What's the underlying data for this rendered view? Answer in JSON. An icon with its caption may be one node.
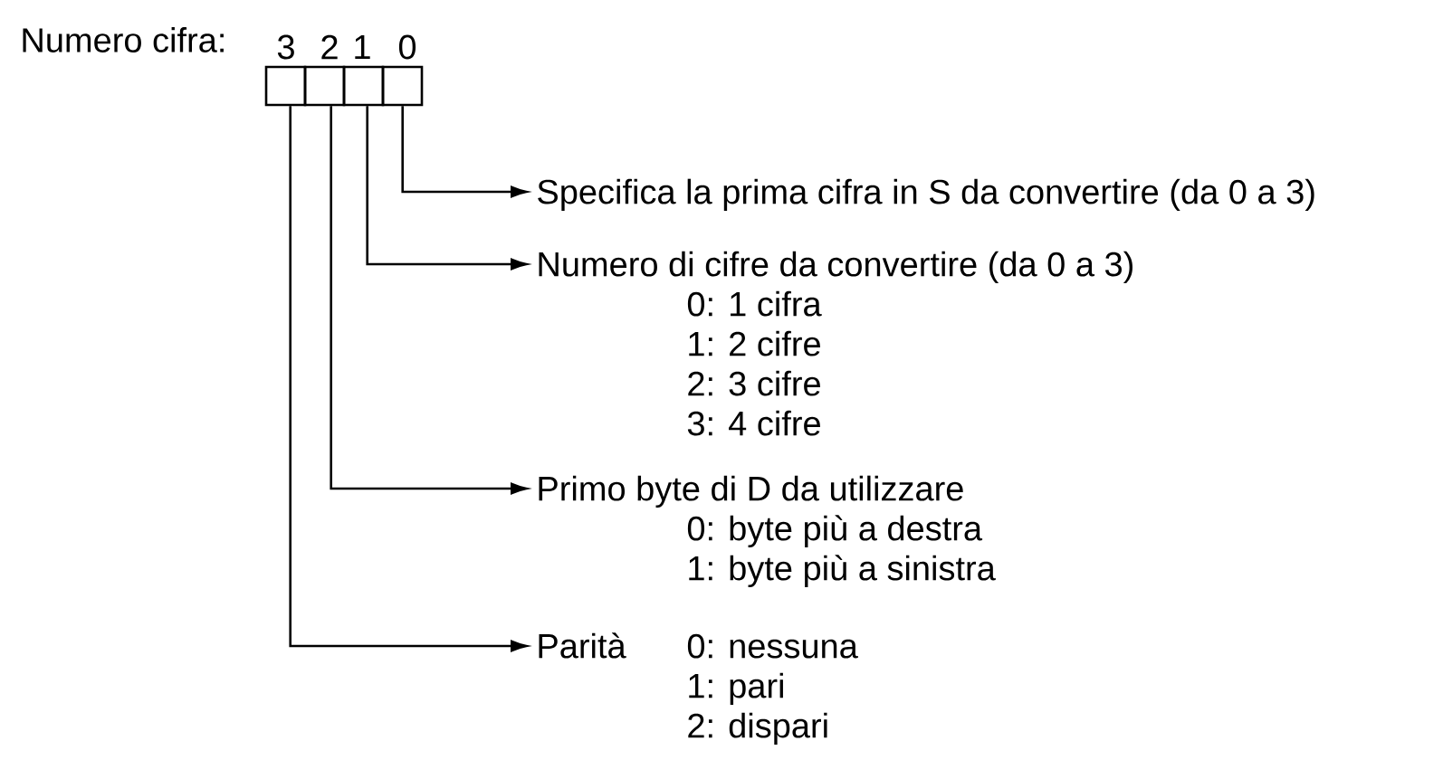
{
  "diagram": {
    "nodes": [
      {
        "text": [],
        "shape": "box"
      },
      {
        "text": [],
        "shape": "box"
      },
      {
        "text": [],
        "shape": "box"
      },
      {
        "text": [],
        "shape": "box"
      },
      {
        "text": [
          "Specifica la prima cifra in S da convertire (da 0 a 3)"
        ]
      },
      {
        "text": [
          "Numero di cifre da convertire (da 0 a 3)",
          "0: 1 cifra",
          "1: 2 cifre",
          "2: 3 cifre",
          "3: 4 cifre"
        ]
      },
      {
        "text": [
          "Primo byte di D da utilizzare",
          "0: byte più a destra",
          "1: byte più a sinistra"
        ]
      },
      {
        "text": [
          "Parità",
          "0: nessuna",
          "1: pari",
          "2: dispari"
        ]
      }
    ],
    "edges": [
      {
        "from": 3,
        "to": 4,
        "arrow": "to"
      },
      {
        "from": 2,
        "to": 5,
        "arrow": "to"
      },
      {
        "from": 1,
        "to": 6,
        "arrow": "to"
      },
      {
        "from": 0,
        "to": 7,
        "arrow": "to"
      }
    ],
    "labels": [
      "Numero cifra:",
      "3",
      "2",
      "1",
      "0"
    ]
  }
}
